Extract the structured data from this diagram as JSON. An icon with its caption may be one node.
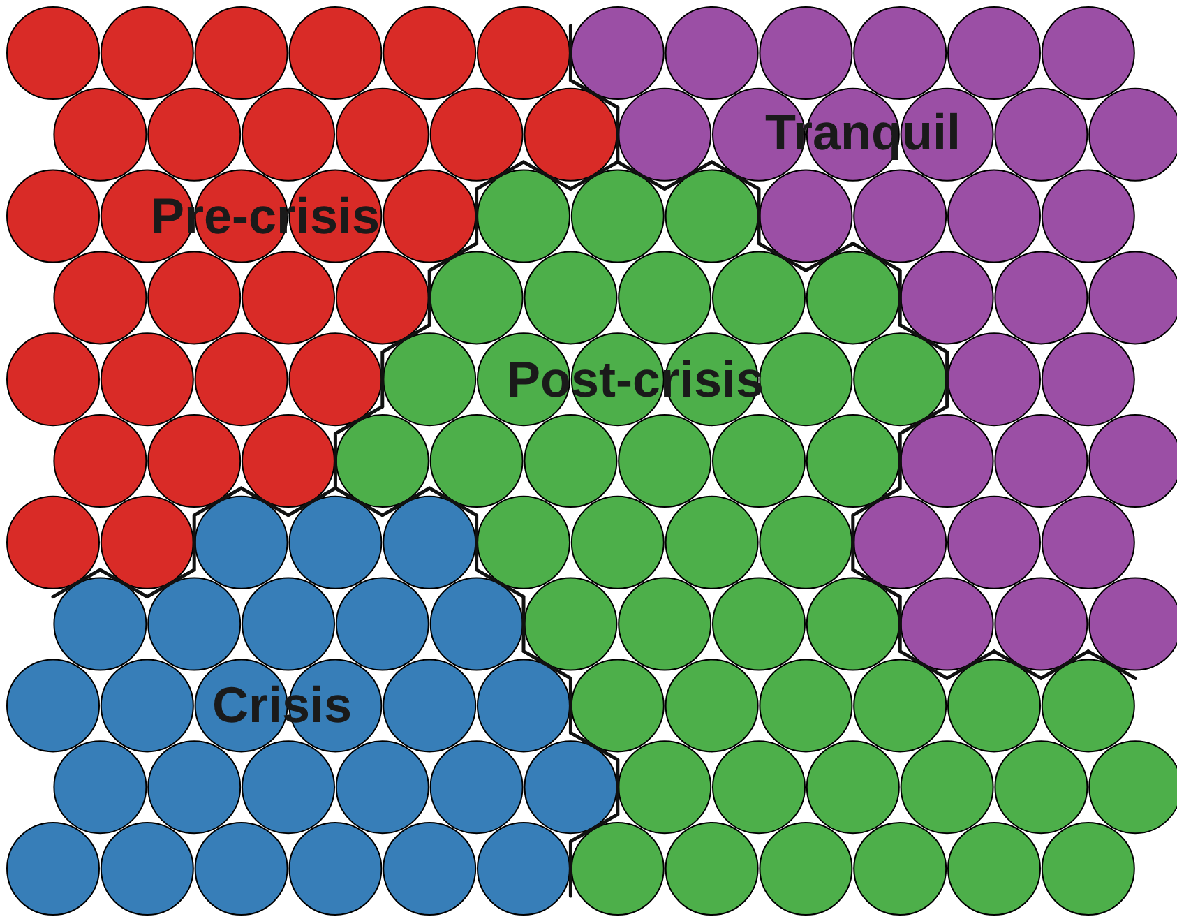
{
  "diagram": {
    "labels": [
      "Tranquil",
      "Pre-crisis",
      "Post-crisis",
      "Crisis"
    ]
  }
}
